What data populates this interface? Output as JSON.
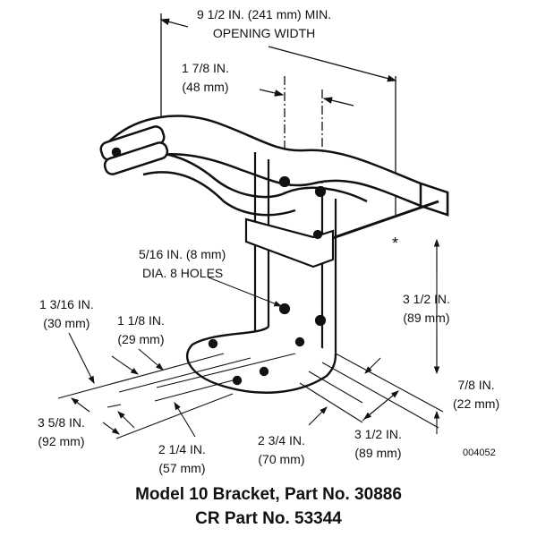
{
  "dimensions": {
    "opening_width": {
      "line1": "9 1/2 IN. (241 mm) MIN.",
      "line2": "OPENING WIDTH"
    },
    "hole_spacing_top": {
      "in": "1 7/8 IN.",
      "mm": "(48 mm)"
    },
    "holes": {
      "line1": "5/16 IN. (8 mm)",
      "line2": "DIA. 8 HOLES"
    },
    "base_offset_a": {
      "in": "1 3/16 IN.",
      "mm": "(30 mm)"
    },
    "base_offset_b": {
      "in": "1 1/8 IN.",
      "mm": "(29 mm)"
    },
    "base_depth": {
      "in": "3 5/8 IN.",
      "mm": "(92 mm)"
    },
    "base_hole_span": {
      "in": "2 1/4 IN.",
      "mm": "(57 mm)"
    },
    "base_width": {
      "in": "2 3/4 IN.",
      "mm": "(70 mm)"
    },
    "base_length": {
      "in": "3 1/2 IN.",
      "mm": "(89 mm)"
    },
    "vertical_hole_spacing": {
      "in": "3 1/2 IN.",
      "mm": "(89 mm)"
    },
    "bottom_offset": {
      "in": "7/8 IN.",
      "mm": "(22 mm)"
    }
  },
  "drawing_code": "004052",
  "caption": {
    "line1": "Model 10 Bracket, Part No. 30886",
    "line2": "CR Part No. 53344"
  }
}
